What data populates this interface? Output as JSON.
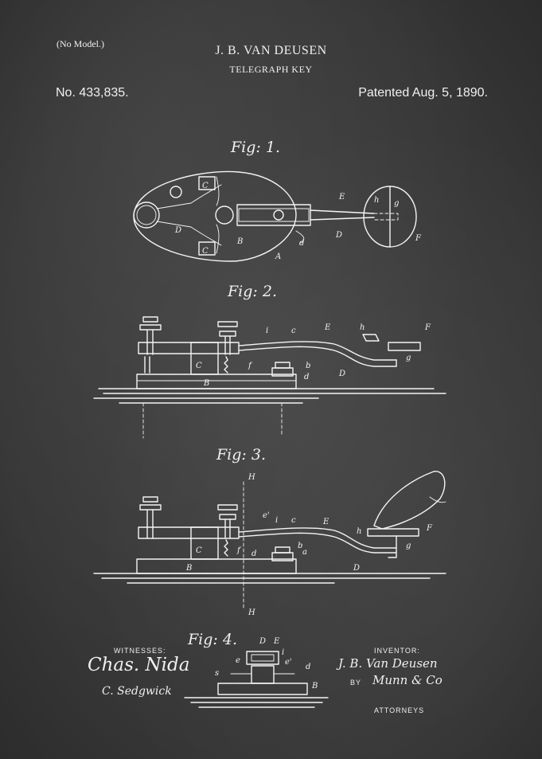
{
  "header": {
    "no_model": "(No Model.)",
    "inventor_name": "J. B. VAN DEUSEN",
    "title": "TELEGRAPH KEY",
    "patent_no": "No. 433,835.",
    "patented": "Patented Aug. 5, 1890."
  },
  "figures": {
    "fig1": "Fig: 1.",
    "fig2": "Fig: 2.",
    "fig3": "Fig: 3.",
    "fig4": "Fig: 4."
  },
  "footer": {
    "witnesses_label": "WITNESSES:",
    "witness_1": "Chas. Nida",
    "witness_2": "C. Sedgwick",
    "inventor_label": "INVENTOR:",
    "inventor_signature": "J. B. Van Deusen",
    "by_label": "BY",
    "attorneys_signature": "Munn & Co",
    "attorneys_label": "ATTORNEYS"
  },
  "colors": {
    "chalkboard": "#3b3b3b",
    "chalk": "#f2f2f2"
  }
}
